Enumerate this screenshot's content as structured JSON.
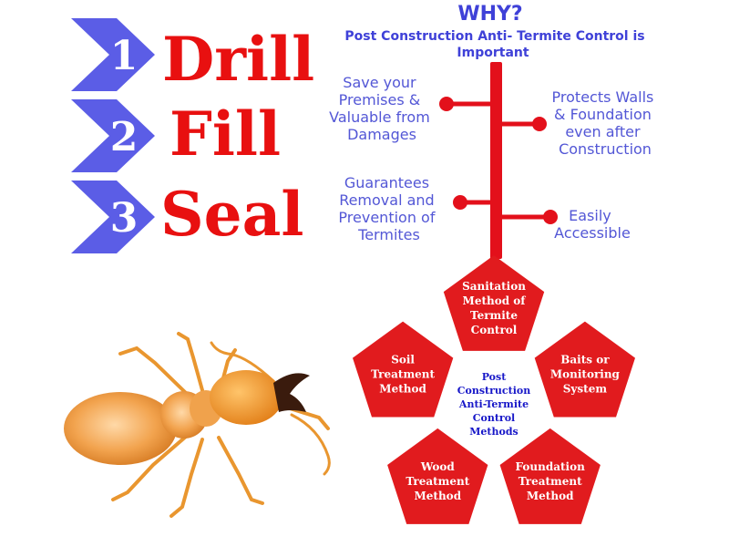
{
  "colors": {
    "chevron": "#5b5de6",
    "step_text": "#e81010",
    "why_heading": "#3f41d8",
    "benefit_text": "#5357d6",
    "timeline": "#e3101b",
    "pentagon": "#e11b1e",
    "pentagon_text": "#ffffff",
    "center_text": "#1717c8"
  },
  "steps": [
    {
      "number": "1",
      "label": "Drill"
    },
    {
      "number": "2",
      "label": "Fill"
    },
    {
      "number": "3",
      "label": "Seal"
    }
  ],
  "why": {
    "heading": "WHY?",
    "subtitle_line1": "Post Construction Anti- Termite Control is",
    "subtitle_line2": "Important",
    "benefits_left": [
      {
        "lines": [
          "Save your",
          "Premises &",
          "Valuable from",
          "Damages"
        ]
      },
      {
        "lines": [
          "Guarantees",
          "Removal and",
          "Prevention of",
          "Termites"
        ]
      }
    ],
    "benefits_right": [
      {
        "lines": [
          "Protects Walls",
          "& Foundation",
          "even after",
          "Construction"
        ]
      },
      {
        "lines": [
          "Easily",
          "Accessible"
        ]
      }
    ]
  },
  "termite_icon": "termite-illustration",
  "methods": {
    "center_lines": [
      "Post",
      "Construction",
      "Anti-Termite",
      "Control",
      "Methods"
    ],
    "items": [
      {
        "lines": [
          "Sanitation",
          "Method of",
          "Termite",
          "Control"
        ]
      },
      {
        "lines": [
          "Baits or",
          "Monitoring",
          "System"
        ]
      },
      {
        "lines": [
          "Foundation",
          "Treatment",
          "Method"
        ]
      },
      {
        "lines": [
          "Wood",
          "Treatment",
          "Method"
        ]
      },
      {
        "lines": [
          "Soil",
          "Treatment",
          "Method"
        ]
      }
    ]
  }
}
